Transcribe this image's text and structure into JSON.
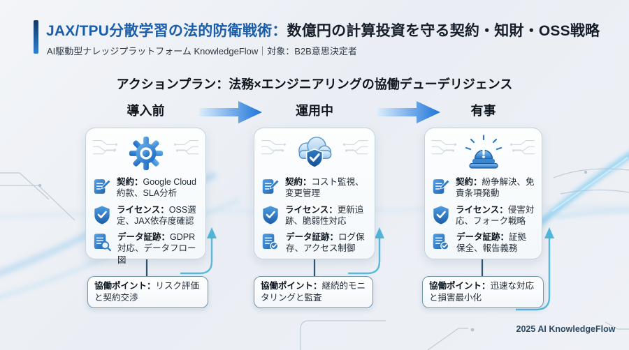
{
  "colors": {
    "accent_blue": "#1a5dab",
    "icon_blue": "#2e7cc3",
    "stage_arrow_blue": "#1f78dd",
    "feedback_cyan": "#3fb0d6",
    "card_border": "#c2d2de",
    "collab_border": "#6f94ae",
    "title_dark": "#161f29"
  },
  "header": {
    "title_highlight": "JAX/TPU分散学習の法的防衛戦術：",
    "title_rest": "数億円の計算投資を守る契約・知財・OSS戦略",
    "subtitle": "AI駆動型ナレッジプラットフォーム KnowledgeFlow｜対象：B2B意思決定者"
  },
  "section_title": "アクションプラン：法務×エンジニアリングの協働デューデリジェンス",
  "stages": [
    {
      "label": "導入前",
      "main_icon": "gear-icon",
      "items": [
        {
          "icon": "document-pencil-icon",
          "label": "契約：",
          "text": "Google Cloud 約款、SLA分析"
        },
        {
          "icon": "shield-check-icon",
          "label": "ライセンス：",
          "text": "OSS選定、JAX依存度確認"
        },
        {
          "icon": "document-search-icon",
          "label": "データ証跡：",
          "text": "GDPR対応、データフロー図"
        }
      ],
      "collab": {
        "label": "協働ポイント：",
        "text": "リスク評価と契約交渉"
      }
    },
    {
      "label": "運用中",
      "main_icon": "cloud-shield-icon",
      "items": [
        {
          "icon": "document-pencil-icon",
          "label": "契約：",
          "text": "コスト監視、変更管理"
        },
        {
          "icon": "shield-check-icon",
          "label": "ライセンス：",
          "text": "更新追跡、脆弱性対応"
        },
        {
          "icon": "document-check-icon",
          "label": "データ証跡：",
          "text": "ログ保存、アクセス制御"
        }
      ],
      "collab": {
        "label": "協働ポイント：",
        "text": "継続的モニタリングと監査"
      }
    },
    {
      "label": "有事",
      "main_icon": "alarm-icon",
      "items": [
        {
          "icon": "document-pencil-icon",
          "label": "契約：",
          "text": "紛争解決、免責条項発動"
        },
        {
          "icon": "shield-check-icon",
          "label": "ライセンス：",
          "text": "侵害対応、フォーク戦略"
        },
        {
          "icon": "document-check-icon",
          "label": "データ証跡：",
          "text": "証拠保全、報告義務"
        }
      ],
      "collab": {
        "label": "協働ポイント：",
        "text": "迅速な対応と損害最小化"
      }
    }
  ],
  "footer": {
    "text": "2025 AI KnowledgeFlow"
  }
}
